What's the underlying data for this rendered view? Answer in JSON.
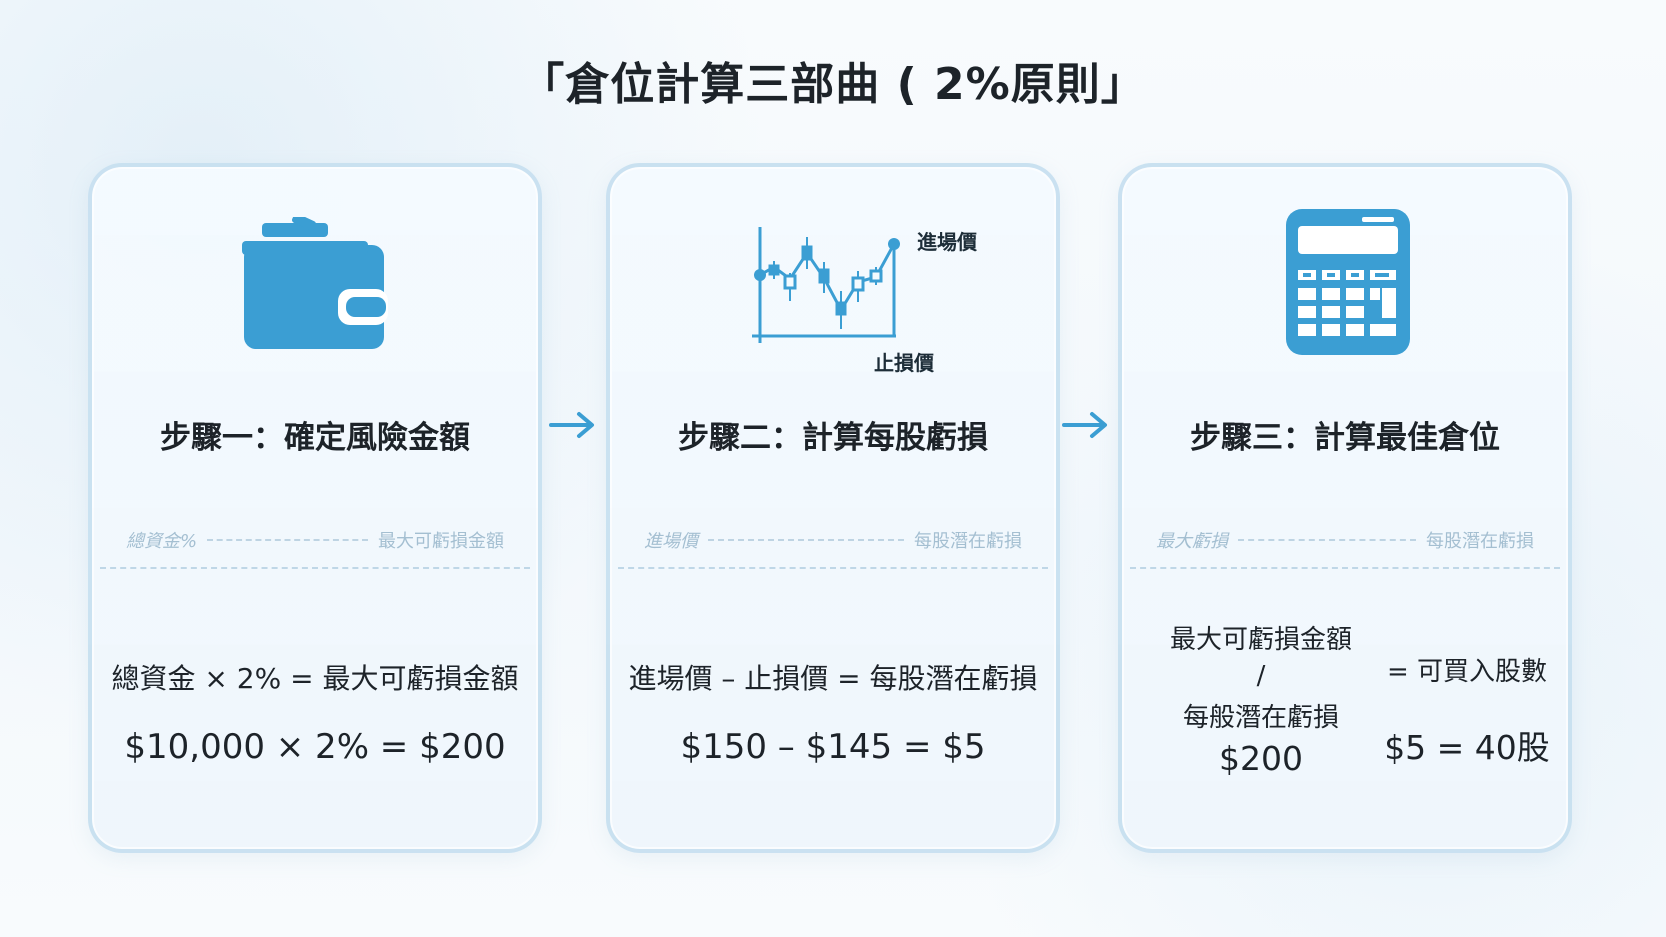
{
  "page": {
    "title": "「倉位計算三部曲 ( 2%原則」"
  },
  "colors": {
    "primary_blue": "#3b9ed3",
    "light_card": "#eef6fc",
    "text_dark": "#1d2329",
    "muted_text": "#9ab8cc"
  },
  "flow": {
    "arrow_1_icon": "arrow-right-icon",
    "arrow_2_icon": "arrow-right-icon"
  },
  "steps": [
    {
      "icon": "wallet-icon",
      "title": "步驟一：確定風險金額",
      "blurred_left": "總資金%",
      "blurred_right": "最大可虧損金額",
      "formula": "總資金 × 2% = 最大可虧損金額",
      "example": "$10,000 × 2% = $200"
    },
    {
      "icon": "candlestick-chart-icon",
      "chart_labels": {
        "entry": "進場價",
        "stop": "止損價"
      },
      "title": "步驟二：計算每股虧損",
      "blurred_left": "進場價",
      "blurred_right": "每股潛在虧損",
      "formula": "進場價 – 止損價 = 每股潛在虧損",
      "example": "$150 – $145 = $5"
    },
    {
      "icon": "calculator-icon",
      "title": "步驟三：計算最佳倉位",
      "blurred_left": "最大虧損",
      "blurred_right": "每股潛在虧損",
      "numerator": "最大可虧損金額",
      "slash": "/",
      "denominator": "每般潛在虧損",
      "result_label": "= 可買入股數",
      "left_value": "$200",
      "right_value": "$5 = 40股"
    }
  ]
}
